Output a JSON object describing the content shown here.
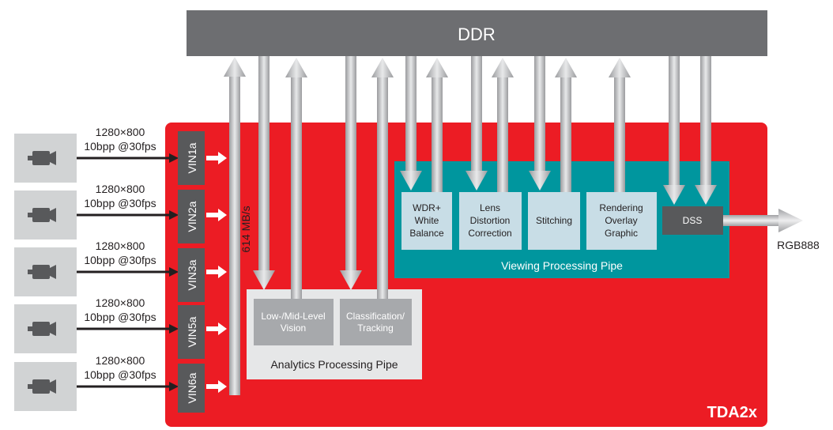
{
  "ddr": {
    "label": "DDR"
  },
  "chip": {
    "name": "TDA2x"
  },
  "bandwidth": {
    "label": "614 MB/s"
  },
  "cameras": [
    {
      "res": "1280×800",
      "fmt": "10bpp @30fps",
      "port": "VIN1a"
    },
    {
      "res": "1280×800",
      "fmt": "10bpp @30fps",
      "port": "VIN2a"
    },
    {
      "res": "1280×800",
      "fmt": "10bpp @30fps",
      "port": "VIN3a"
    },
    {
      "res": "1280×800",
      "fmt": "10bpp @30fps",
      "port": "VIN5a"
    },
    {
      "res": "1280×800",
      "fmt": "10bpp @30fps",
      "port": "VIN6a"
    }
  ],
  "analytics": {
    "title": "Analytics Processing Pipe",
    "blocks": [
      {
        "lines": [
          "Low-/Mid-Level",
          "Vision"
        ]
      },
      {
        "lines": [
          "Classification/",
          "Tracking"
        ]
      }
    ]
  },
  "viewing": {
    "title": "Viewing Processing Pipe",
    "blocks": [
      {
        "lines": [
          "WDR+",
          "White",
          "Balance"
        ]
      },
      {
        "lines": [
          "Lens",
          "Distortion",
          "Correction"
        ]
      },
      {
        "lines": [
          "Stitching"
        ]
      },
      {
        "lines": [
          "Rendering",
          "Overlay",
          "Graphic"
        ]
      }
    ],
    "dss": "DSS"
  },
  "output": {
    "label": "RGB888"
  },
  "colors": {
    "chip": "#ec1c24",
    "ddr": "#6d6e71",
    "viewing": "#00969e",
    "block": "#c8dde6",
    "analytics_bg": "#e6e7e8",
    "analytics_block": "#a7a9ac",
    "vin": "#58595b",
    "camera_bg": "#d1d3d4",
    "camera_icon": "#58595b"
  }
}
